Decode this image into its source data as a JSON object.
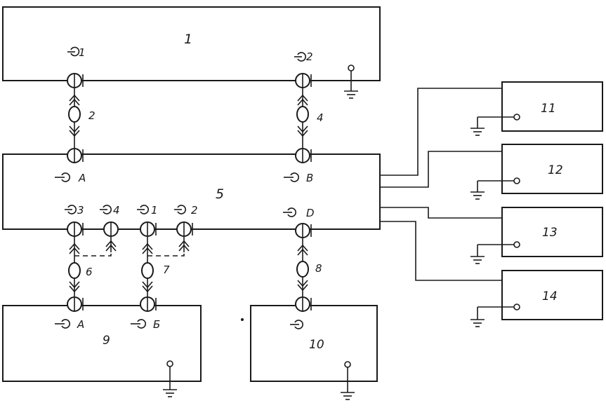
{
  "blocks": {
    "b1": "1",
    "b5": "5",
    "b9": "9",
    "b10": "10",
    "b11": "11",
    "b12": "12",
    "b13": "13",
    "b14": "14"
  },
  "cables": {
    "c2": "2",
    "c4": "4",
    "c6": "6",
    "c7": "7",
    "c8": "8"
  },
  "connectors": {
    "top_1": "1",
    "top_2": "2",
    "mid_a": "A",
    "mid_b": "B",
    "mid_3": "3",
    "mid_4": "4",
    "mid_1": "1",
    "mid_2": "2",
    "mid_d": "D",
    "bot_a": "A",
    "bot_b": "Б"
  }
}
